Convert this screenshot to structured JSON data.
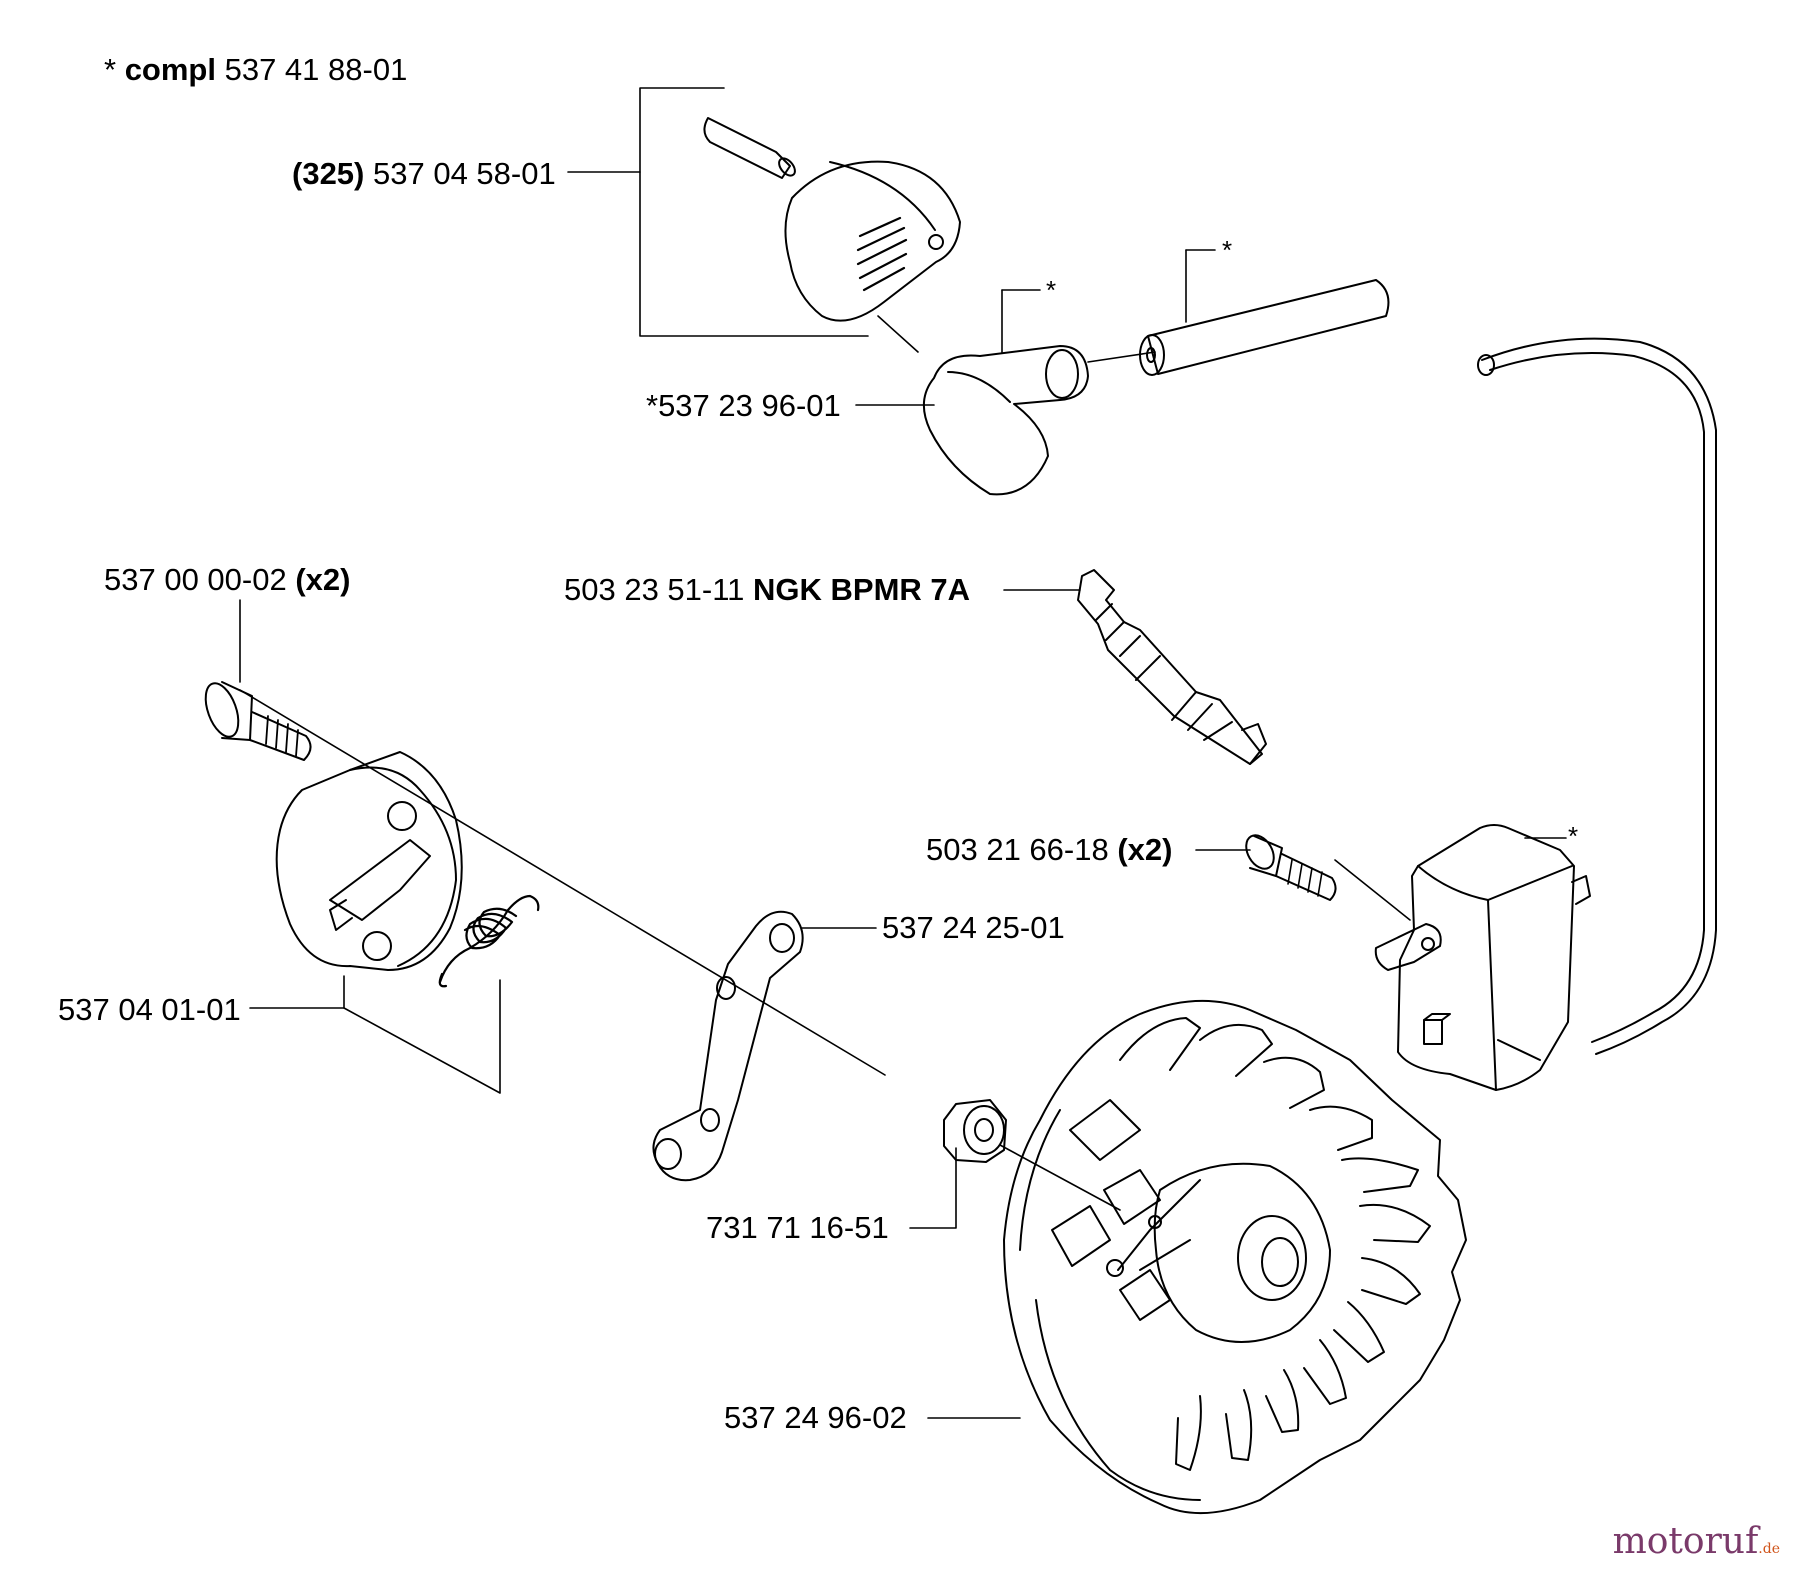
{
  "header": {
    "prefix": "* ",
    "bold": "compl",
    "number": " 537 41 88-01"
  },
  "labels": {
    "cap": {
      "bold": "(325)",
      "number": " 537 04 58-01"
    },
    "boot": {
      "number": "*537 23 96-01"
    },
    "plug": {
      "number": "503 23 51-11 ",
      "bold": "NGK BPMR 7A"
    },
    "screw": {
      "number": "537 00 00-02 ",
      "bold": "(x2)"
    },
    "coil_screw": {
      "number": "503 21 66-18 ",
      "bold": "(x2)"
    },
    "plate": {
      "number": "537 24 25-01"
    },
    "clutch": {
      "number": "537 04 01-01"
    },
    "nut": {
      "number": "731 71 16-51"
    },
    "flywheel": {
      "number": "537 24 96-02"
    }
  },
  "asterisks": {
    "boot_mark": "*",
    "cable_mark": "*",
    "coil_mark": "*"
  },
  "watermark": {
    "brand": "motoruf",
    "tld": ".de",
    "brand_color": "#7a3a6a",
    "accent_color": "#d0541a"
  }
}
